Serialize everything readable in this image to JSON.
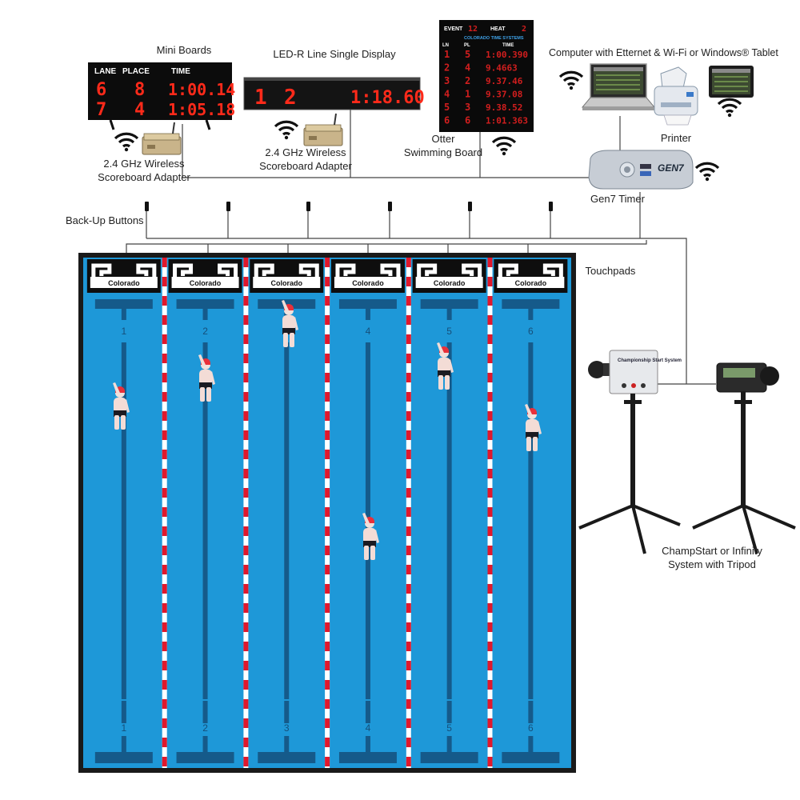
{
  "labels": {
    "mini_boards": "Mini Boards",
    "led_r_display": "LED-R Line Single Display",
    "wireless_adapter_1_line1": "2.4 GHz Wireless",
    "wireless_adapter_1_line2": "Scoreboard Adapter",
    "wireless_adapter_2_line1": "2.4 GHz Wireless",
    "wireless_adapter_2_line2": "Scoreboard Adapter",
    "otter_line1": "Otter",
    "otter_line2": "Swimming Board",
    "computer": "Computer with Etternet & Wi-Fi or Windows® Tablet",
    "printer": "Printer",
    "gen7_timer": "Gen7 Timer",
    "backup_buttons": "Back-Up Buttons",
    "touchpads": "Touchpads",
    "champstart_line1": "ChampStart or Infinity",
    "champstart_line2": "System with Tripod"
  },
  "mini_board": {
    "headers": [
      "LANE",
      "PLACE",
      "TIME"
    ],
    "rows": [
      {
        "lane": "6",
        "place": "8",
        "time": "1:00.14"
      },
      {
        "lane": "7",
        "place": "4",
        "time": "1:05.18"
      }
    ]
  },
  "led_r": {
    "lane": "1",
    "place": "2",
    "time": "1:18.60"
  },
  "otter_board": {
    "event_label": "EVENT",
    "event_value": "12",
    "heat_label": "HEAT",
    "heat_value": "2",
    "brand": "COLORADO TIME SYSTEMS",
    "col_headers": [
      "LN",
      "PL",
      "TIME"
    ],
    "rows": [
      {
        "ln": "1",
        "pl": "5",
        "time": "1:00.390"
      },
      {
        "ln": "2",
        "pl": "4",
        "time": "9.4663"
      },
      {
        "ln": "3",
        "pl": "2",
        "time": "9.37.46"
      },
      {
        "ln": "4",
        "pl": "1",
        "time": "9.37.08"
      },
      {
        "ln": "5",
        "pl": "3",
        "time": "9.38.52"
      },
      {
        "ln": "6",
        "pl": "6",
        "time": "1:01.363"
      }
    ]
  },
  "timer_brand": "GEN7",
  "start_system_label": "Championship Start System",
  "touchpad_brand": "Colorado",
  "pool": {
    "lanes": [
      "1",
      "2",
      "3",
      "4",
      "5",
      "6"
    ],
    "colors": {
      "water": "#1e98d8",
      "lane_line": "#155a8a",
      "rope_red": "#e0182c",
      "rope_white": "#ffffff",
      "deck": "#1a1a1a"
    }
  }
}
